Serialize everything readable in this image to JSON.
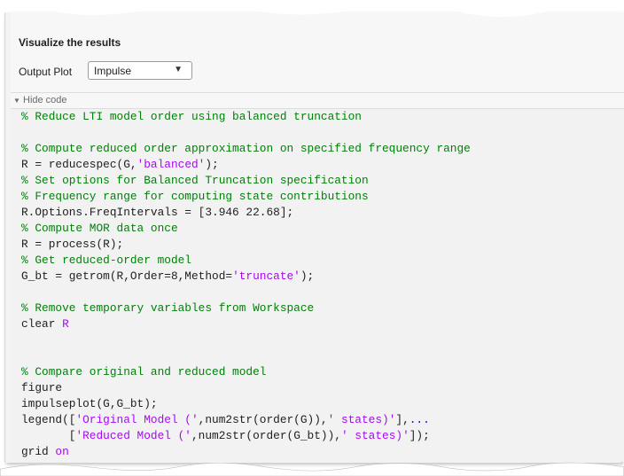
{
  "section": {
    "title": "Visualize the results",
    "output_plot_label": "Output Plot",
    "output_plot_value": "Impulse",
    "dropdown_icon": "triangle-down-icon",
    "hide_code_icon": "triangle-down-icon",
    "hide_code_label": "Hide code"
  },
  "colors": {
    "comment": "#028009",
    "string": "#a709f5",
    "keyword": "#0e00ff"
  },
  "code": [
    [
      {
        "t": "% Reduce LTI model order using balanced truncation",
        "c": "comment"
      }
    ],
    [],
    [
      {
        "t": "% Compute reduced order approximation on specified frequency range",
        "c": "comment"
      }
    ],
    [
      {
        "t": "R = reducespec(G,",
        "c": "plain"
      },
      {
        "t": "'balanced'",
        "c": "string"
      },
      {
        "t": ");",
        "c": "plain"
      }
    ],
    [
      {
        "t": "% Set options for Balanced Truncation specification",
        "c": "comment"
      }
    ],
    [
      {
        "t": "% Frequency range for computing state contributions",
        "c": "comment"
      }
    ],
    [
      {
        "t": "R.Options.FreqIntervals = [3.946 22.68];",
        "c": "plain"
      }
    ],
    [
      {
        "t": "% Compute MOR data once",
        "c": "comment"
      }
    ],
    [
      {
        "t": "R = process(R);",
        "c": "plain"
      }
    ],
    [
      {
        "t": "% Get reduced-order model",
        "c": "comment"
      }
    ],
    [
      {
        "t": "G_bt = getrom(R,Order=8,Method=",
        "c": "plain"
      },
      {
        "t": "'truncate'",
        "c": "string"
      },
      {
        "t": ");",
        "c": "plain"
      }
    ],
    [],
    [
      {
        "t": "% Remove temporary variables from Workspace",
        "c": "comment"
      }
    ],
    [
      {
        "t": "clear ",
        "c": "plain"
      },
      {
        "t": "R",
        "c": "string"
      }
    ],
    [],
    [],
    [
      {
        "t": "% Compare original and reduced model",
        "c": "comment"
      }
    ],
    [
      {
        "t": "figure",
        "c": "plain"
      }
    ],
    [
      {
        "t": "impulseplot(G,G_bt);",
        "c": "plain"
      }
    ],
    [
      {
        "t": "legend([",
        "c": "plain"
      },
      {
        "t": "'Original Model ('",
        "c": "string"
      },
      {
        "t": ",num2str(order(G)),",
        "c": "plain"
      },
      {
        "t": "' states)'",
        "c": "string"
      },
      {
        "t": "],",
        "c": "plain"
      },
      {
        "t": "...",
        "c": "keyword"
      }
    ],
    [
      {
        "t": "       [",
        "c": "plain"
      },
      {
        "t": "'Reduced Model ('",
        "c": "string"
      },
      {
        "t": ",num2str(order(G_bt)),",
        "c": "plain"
      },
      {
        "t": "' states)'",
        "c": "string"
      },
      {
        "t": "]);",
        "c": "plain"
      }
    ],
    [
      {
        "t": "grid ",
        "c": "plain"
      },
      {
        "t": "on",
        "c": "string"
      }
    ]
  ]
}
